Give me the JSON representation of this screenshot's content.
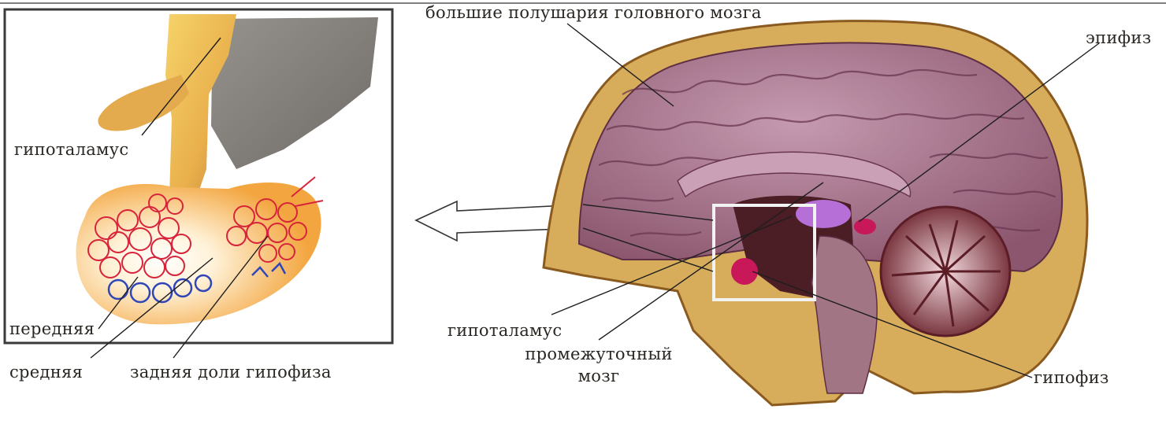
{
  "left_panel": {
    "labels": {
      "hypothalamus": "гипоталамус",
      "anterior": "передняя",
      "middle": "средняя",
      "posterior": "задняя доли гипофиза"
    }
  },
  "right_panel": {
    "labels": {
      "hemispheres": "большие полушария головного мозга",
      "epiphysis": "эпифиз",
      "hypothalamus": "гипоталамус",
      "diencephalon_line1": "промежуточный",
      "diencephalon_line2": "мозг",
      "hypophysis": "гипофиз"
    }
  },
  "colors": {
    "frame": "#3a3a3a",
    "skull": "#d7ad5c",
    "brain": "#a76a80",
    "cerebellum": "#7a2e36",
    "hypophysis": "#c8185a",
    "epiphysis_region": "#b56fd6"
  }
}
